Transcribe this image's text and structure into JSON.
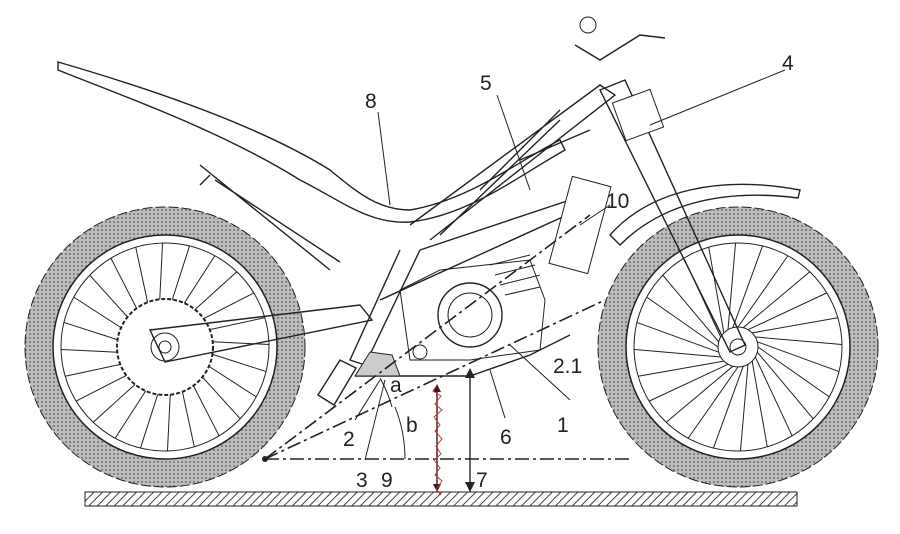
{
  "figure": {
    "labels": {
      "l8": "8",
      "l5": "5",
      "l4": "4",
      "l10": "10",
      "l2_1": "2.1",
      "l1": "1",
      "l6": "6",
      "l7": "7",
      "l2": "2",
      "l3": "3",
      "l9": "9",
      "la": "a",
      "lb": "b"
    },
    "colors": {
      "line": "#222222",
      "tread": "#9a9a9a",
      "annotation_red": "#e03030"
    }
  }
}
